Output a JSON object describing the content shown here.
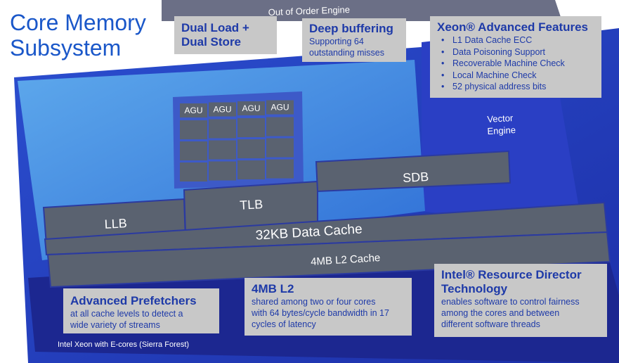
{
  "title_lines": [
    "Core Memory",
    "Subsystem"
  ],
  "diagram": {
    "ooo_engine": "Out of Order Engine",
    "vector_engine_lines": [
      "Vector",
      "Engine"
    ],
    "agu_labels": [
      "AGU",
      "AGU",
      "AGU",
      "AGU"
    ],
    "llb": "LLB",
    "tlb": "TLB",
    "sdb": "SDB",
    "data_cache": "32KB Data Cache",
    "l2_cache": "4MB L2 Cache"
  },
  "callouts": {
    "dual_load": {
      "lines": [
        "Dual Load +",
        "Dual Store"
      ]
    },
    "deep_buffering": {
      "heading": "Deep buffering",
      "body_lines": [
        "Supporting 64",
        "outstanding misses"
      ]
    },
    "xeon_features": {
      "heading": "Xeon® Advanced Features",
      "items": [
        "L1 Data Cache ECC",
        "Data Poisoning Support",
        "Recoverable Machine Check",
        "Local Machine Check",
        "52 physical address bits"
      ]
    },
    "prefetchers": {
      "heading": "Advanced Prefetchers",
      "body_lines": [
        "at all cache levels to detect a",
        "wide variety of streams"
      ]
    },
    "l2": {
      "heading": "4MB L2",
      "body_lines": [
        "shared among two or four cores",
        "with 64 bytes/cycle bandwidth in 17",
        "cycles of latency"
      ]
    },
    "rdt": {
      "heading_lines": [
        "Intel® Resource Director",
        "Technology"
      ],
      "body_lines": [
        "enables software to control fairness",
        "among the cores and between",
        "different software threads"
      ]
    }
  },
  "footer": "Intel Xeon with E-cores (Sierra Forest)",
  "colors": {
    "title": "#1a57c9",
    "callout_bg": "#c8c8c8",
    "callout_text": "#1e3aa8",
    "block_gray": "#5a6270"
  }
}
